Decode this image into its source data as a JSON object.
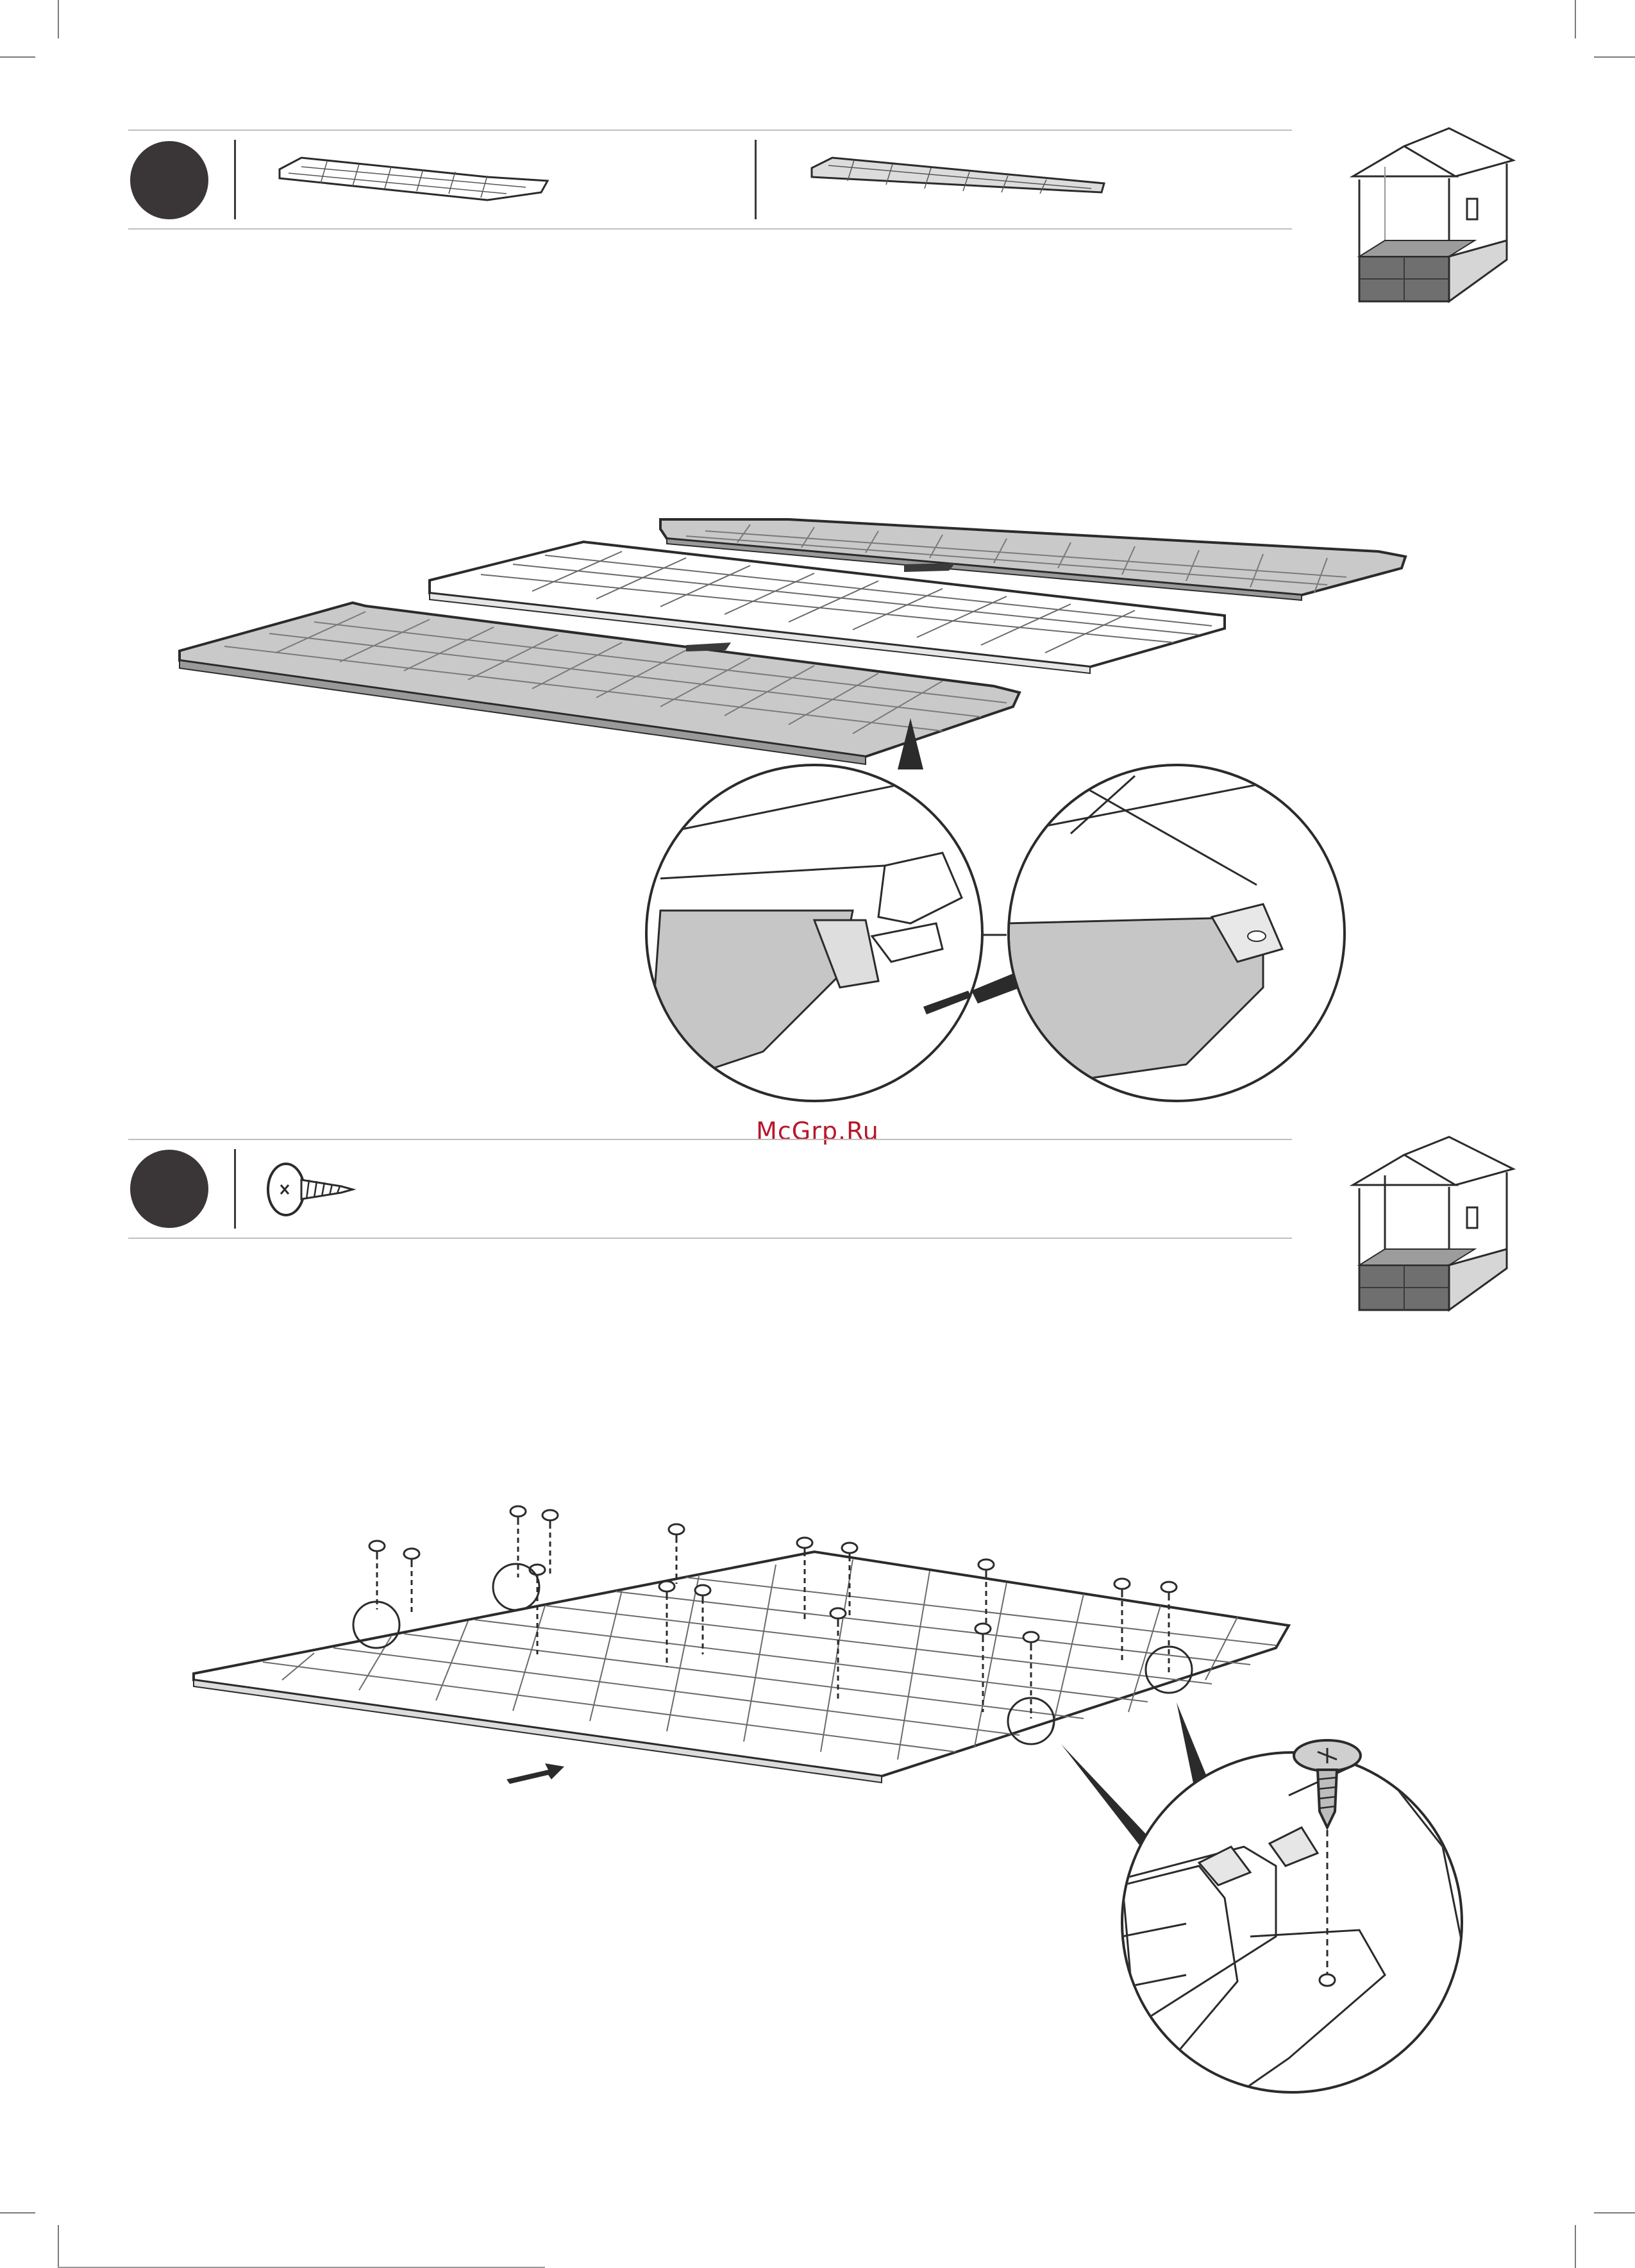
{
  "watermark": {
    "text": "McGrp.Ru"
  },
  "colors": {
    "panel_dark": "#c9c9c9",
    "panel_light": "#ffffff",
    "outline": "#2b2b2b",
    "step_dot": "#3a3536",
    "watermark": "#b8172a",
    "shed_floor": "#6f6f6f"
  },
  "steps": [
    {
      "id": "step-1",
      "parts": [
        "side-floor-panel",
        "center-floor-panel"
      ],
      "icons": [
        "shed-floor-highlight-icon"
      ]
    },
    {
      "id": "step-2",
      "parts": [
        "screw"
      ],
      "icons": [
        "shed-floor-highlight-icon"
      ]
    }
  ]
}
